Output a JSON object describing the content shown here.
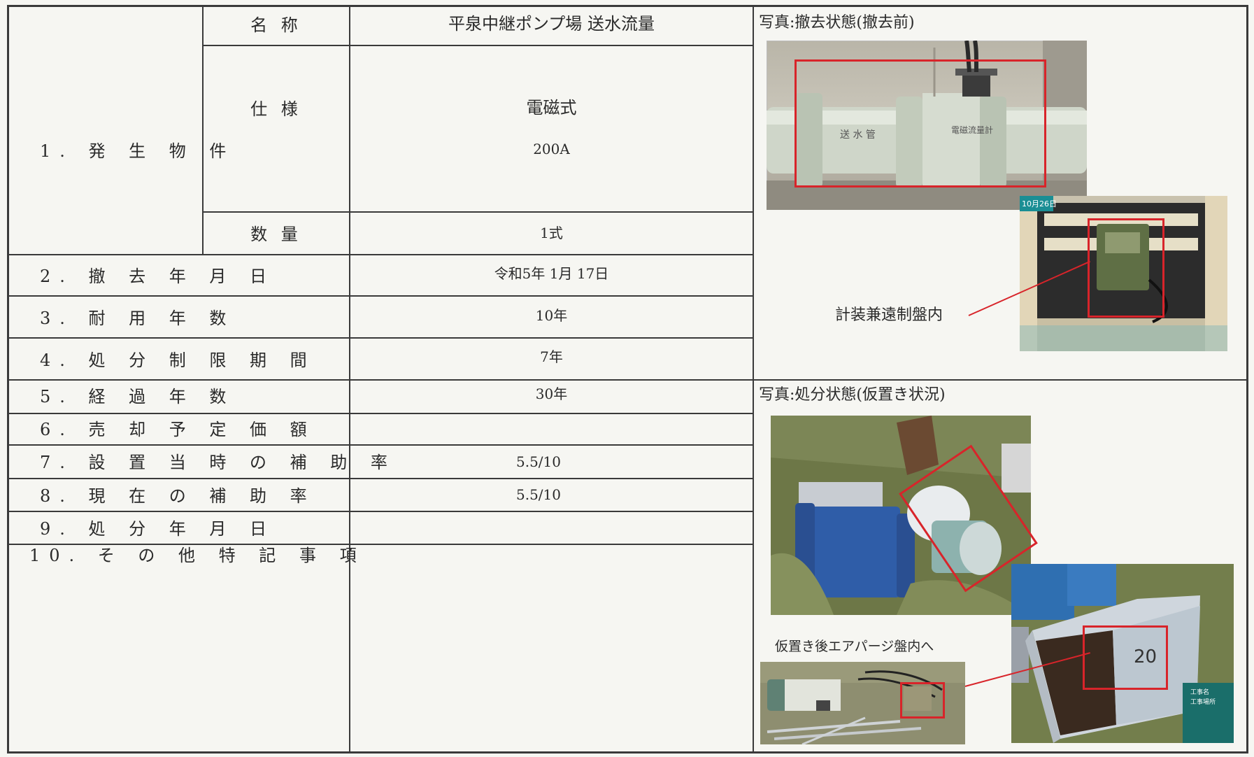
{
  "table": {
    "item_label": "1. 発 生 物 件",
    "name_label": "名 称",
    "name_value": "平泉中継ポンプ場 送水流量",
    "spec_label": "仕 様",
    "spec_value1": "電磁式",
    "spec_value2": "200A",
    "qty_label": "数 量",
    "qty_value": "1式",
    "row2_label": "2. 撤 去 年 月 日",
    "row2_value": "令和5年 1月 17日",
    "row3_label": "3. 耐 用 年 数",
    "row3_value": "10年",
    "row4_label": "4. 処 分 制 限 期 間",
    "row4_value": "7年",
    "row5_label": "5. 経 過 年 数",
    "row5_value": "30年",
    "row6_label": "6. 売 却 予 定 価 額",
    "row6_value": "",
    "row7_label": "7. 設 置 当 時 の 補 助 率",
    "row7_value": "5.5/10",
    "row8_label": "8. 現 在 の 補 助 率",
    "row8_value": "5.5/10",
    "row9_label": "9. 処 分 年 月 日",
    "row9_value": "",
    "row10_label": "10. そ の 他 特 記 事 項"
  },
  "photos": {
    "top_caption": "写真:撤去状態(撤去前)",
    "pipe_label1": "送 水 管",
    "pipe_label2": "電磁流量計",
    "date_stamp": "10月26日",
    "panel_caption": "計装兼遠制盤内",
    "bottom_caption": "写真:処分状態(仮置き状況)",
    "temp_caption": "仮置き後エアパージ盤内へ",
    "box_number": "20",
    "sign_text1": "工事名",
    "sign_text2": "工事場所"
  },
  "colors": {
    "highlight_red": "#d8242a",
    "border": "#3a3a3a"
  }
}
